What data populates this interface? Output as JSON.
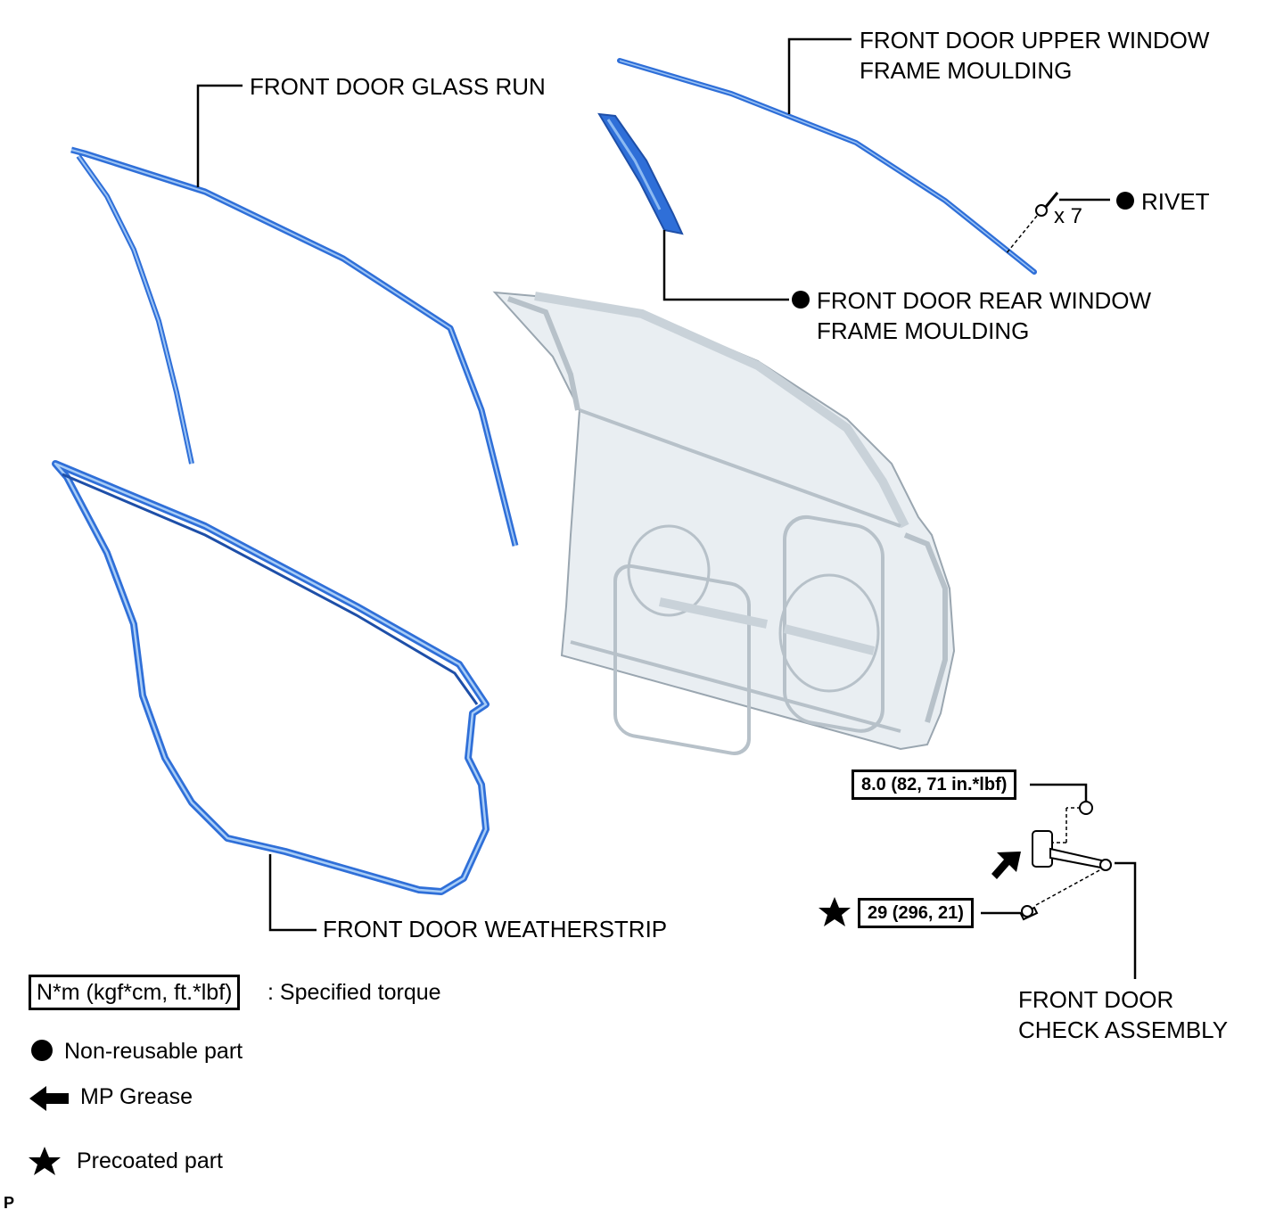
{
  "labels": {
    "upper_moulding": [
      "FRONT DOOR UPPER WINDOW",
      "FRAME MOULDING"
    ],
    "glass_run": "FRONT DOOR GLASS RUN",
    "rivet": "RIVET",
    "rivet_qty": "x 7",
    "rear_moulding": [
      "FRONT DOOR REAR WINDOW",
      "FRAME MOULDING"
    ],
    "weatherstrip": "FRONT DOOR WEATHERSTRIP",
    "check_assembly": [
      "FRONT DOOR",
      "CHECK ASSEMBLY"
    ]
  },
  "torques": {
    "nut": "8.0 (82, 71 in.*lbf)",
    "bolt": "29 (296, 21)"
  },
  "legend": {
    "torque_unit": "N*m (kgf*cm, ft.*lbf)",
    "torque_desc": ": Specified torque",
    "non_reusable": "Non-reusable part",
    "mp_grease": "MP Grease",
    "precoated": "Precoated part"
  },
  "corner_mark": "P",
  "colors": {
    "part_blue": "#2f6fd8",
    "part_blue_light": "#7fb0f0",
    "door_fill": "#e9eef2",
    "door_stroke": "#9aa6b0"
  },
  "icons": {
    "non_reusable": "filled-circle-icon",
    "mp_grease": "left-arrow-icon",
    "precoated": "star-icon"
  }
}
